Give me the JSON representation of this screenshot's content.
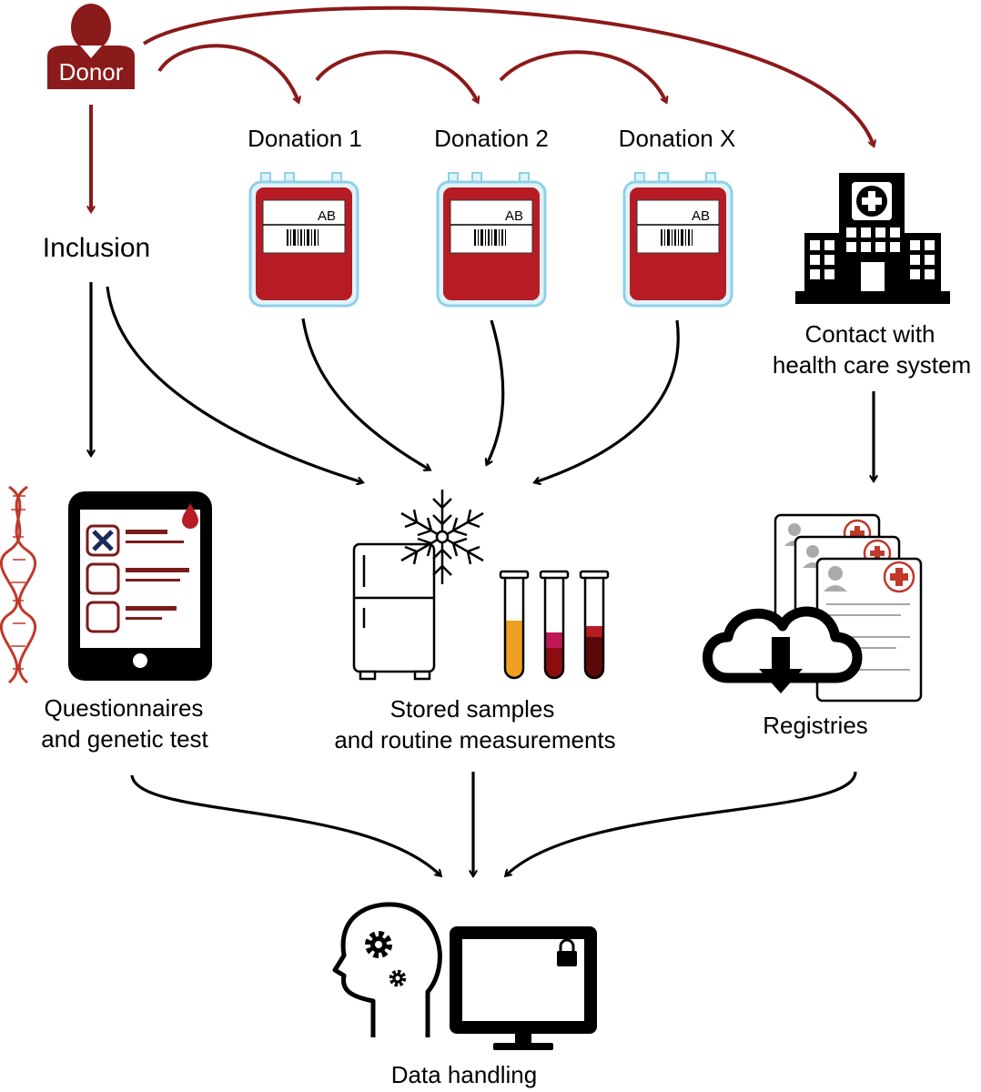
{
  "colors": {
    "dark_red": "#8b1a1a",
    "blood_red": "#b71c24",
    "black": "#000000",
    "bag_outline": "#8fd0e6",
    "dna": "#c0392b",
    "maroon": "#7a1c1c",
    "sample_yellow": "#f0a020",
    "sample_pink": "#c0185a",
    "sample_dark": "#8b0d10"
  },
  "donor": {
    "label": "Donor",
    "icon": "person-icon"
  },
  "inclusion": {
    "label": "Inclusion"
  },
  "donations": [
    {
      "label": "Donation 1",
      "blood_type": "AB"
    },
    {
      "label": "Donation 2",
      "blood_type": "AB"
    },
    {
      "label": "Donation X",
      "blood_type": "AB"
    }
  ],
  "hospital": {
    "label_line1": "Contact with",
    "label_line2": "health care system",
    "icon": "hospital-icon"
  },
  "questionnaires": {
    "label_line1": "Questionnaires",
    "label_line2": "and genetic test",
    "icon": "tablet-checklist-icon"
  },
  "samples": {
    "label_line1": "Stored samples",
    "label_line2": "and routine measurements",
    "icon": "freezer-icon"
  },
  "registries": {
    "label": "Registries",
    "icon": "cloud-records-icon"
  },
  "data_handling": {
    "label": "Data handling",
    "icon": "secure-computer-icon"
  }
}
